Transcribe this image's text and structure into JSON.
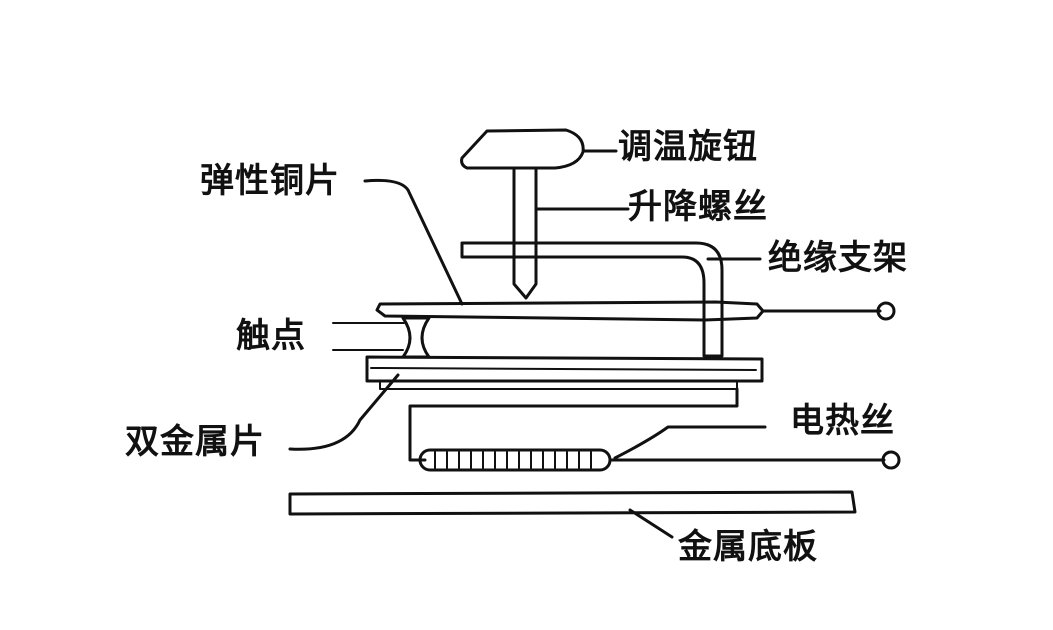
{
  "diagram": {
    "labels": {
      "knob": "调温旋钮",
      "screw": "升降螺丝",
      "copper": "弹性铜片",
      "bracket": "绝缘支架",
      "contact": "触点",
      "bimetal": "双金属片",
      "heater": "电热丝",
      "base": "金属底板"
    },
    "colors": {
      "ink": "#111111",
      "background": "#ffffff"
    }
  }
}
